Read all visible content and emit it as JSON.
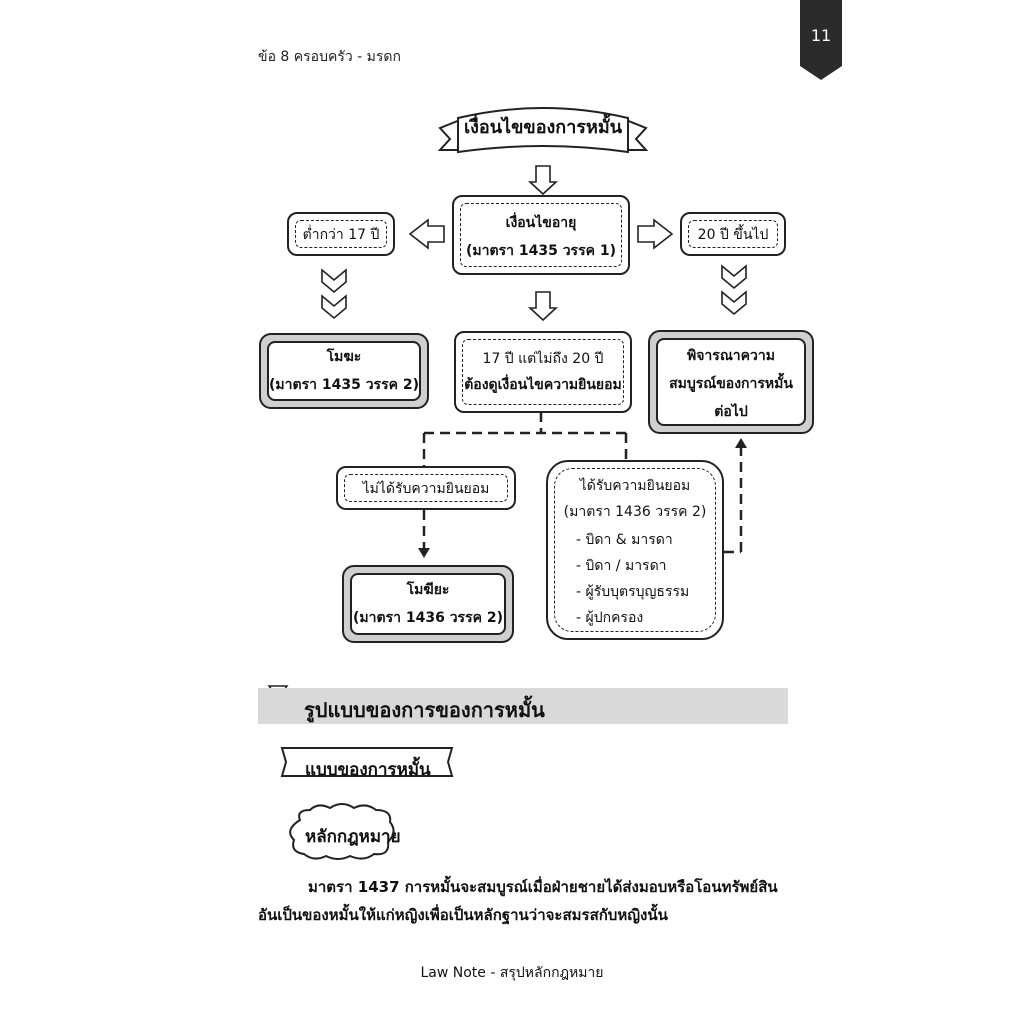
{
  "header": {
    "page_number": "11",
    "chapter": "ข้อ 8 ครอบครัว - มรดก"
  },
  "diagram": {
    "title": "เงื่อนไขของการหมั้น",
    "age_condition": {
      "line1": "เงื่อนไขอายุ",
      "line2": "(มาตรา 1435 วรรค 1)"
    },
    "under17": "ต่ำกว่า 17 ปี",
    "over20": "20 ปี ขึ้นไป",
    "void": {
      "line1": "โมฆะ",
      "line2": "(มาตรา 1435 วรรค 2)"
    },
    "between": {
      "line1": "17 ปี แต่ไม่ถึง 20 ปี",
      "line2": "ต้องดูเงื่อนไขความยินยอม"
    },
    "consider": {
      "line1": "พิจารณาความ",
      "line2": "สมบูรณ์ของการหมั้น",
      "line3": "ต่อไป"
    },
    "no_consent": "ไม่ได้รับความยินยอม",
    "voidable": {
      "line1": "โมฆียะ",
      "line2": "(มาตรา 1436 วรรค 2)"
    },
    "consent": {
      "line1": "ได้รับความยินยอม",
      "line2": "(มาตรา 1436 วรรค 2)",
      "items": [
        "- บิดา & มารดา",
        "- บิดา / มารดา",
        "- ผู้รับบุตรบุญธรรม",
        "- ผู้ปกครอง"
      ]
    }
  },
  "section": {
    "title": "รูปแบบของการของการหมั้น",
    "subheading": "แบบของการหมั้น",
    "law_label": "หลักกฎหมาย",
    "paragraph_line1": "มาตรา 1437 การหมั้นจะสมบูรณ์เมื่อฝ่ายชายได้ส่งมอบหรือโอนทรัพย์สิน",
    "paragraph_line2": "อันเป็นของหมั้นให้แก่หญิงเพื่อเป็นหลักฐานว่าจะสมรสกับหญิงนั้น"
  },
  "footer": "Law Note - สรุปหลักกฎหมาย",
  "colors": {
    "badge": "#2b2b2b",
    "section_bar": "#d9d9d9",
    "thick_border": "#cfcfcf"
  }
}
